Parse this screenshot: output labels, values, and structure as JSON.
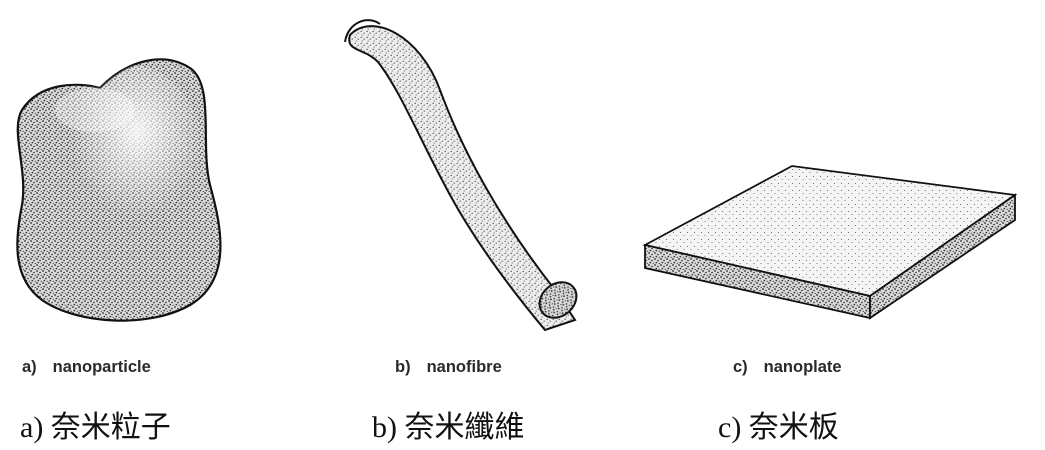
{
  "panels": [
    {
      "letter": "a)",
      "name": "nanoparticle",
      "zh": "a) 奈米粒子"
    },
    {
      "letter": "b)",
      "name": "nanofibre",
      "zh": "b) 奈米纖維"
    },
    {
      "letter": "c)",
      "name": "nanoplate",
      "zh": "c) 奈米板"
    }
  ],
  "colors": {
    "ink": "#111111",
    "stipple": "#3a3a3a",
    "paper": "#ffffff"
  }
}
